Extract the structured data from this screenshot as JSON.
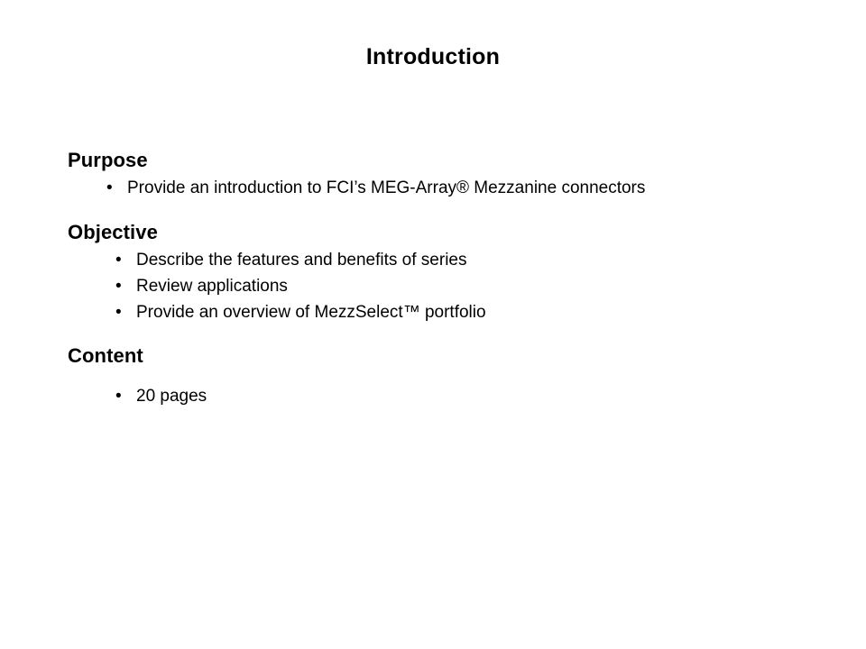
{
  "slide": {
    "title": "Introduction",
    "background_color": "#ffffff",
    "text_color": "#000000",
    "bullet_glyph": "•",
    "sections": [
      {
        "heading": "Purpose",
        "bullets": [
          "Provide an introduction to FCI’s MEG-Array® Mezzanine connectors"
        ]
      },
      {
        "heading": "Objective",
        "bullets": [
          "Describe the features and benefits of series",
          "Review applications",
          "Provide an overview of MezzSelect™ portfolio"
        ]
      },
      {
        "heading": "Content",
        "bullets": [
          "20 pages"
        ]
      }
    ]
  }
}
